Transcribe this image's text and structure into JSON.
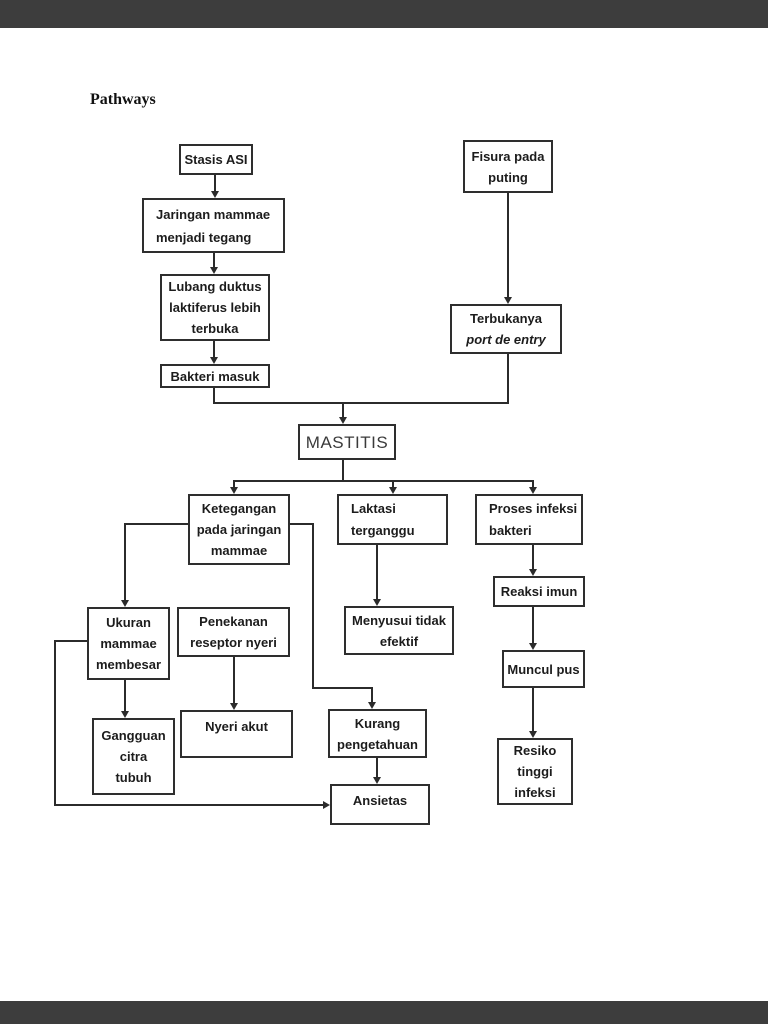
{
  "page": {
    "title": "Pathways"
  },
  "colors": {
    "page_bg": "#ffffff",
    "letterbox": "#3d3d3d",
    "line": "#2b2b2b",
    "box_border": "#2e2e2e",
    "text": "#1c1c1c"
  },
  "nodes": {
    "stasis_asi": {
      "lines": [
        "Stasis ASI"
      ]
    },
    "jaringan_mammae": {
      "lines": [
        "Jaringan mammae",
        "menjadi tegang"
      ]
    },
    "lubang_duktus": {
      "lines": [
        "Lubang duktus",
        "laktiferus lebih",
        "terbuka"
      ]
    },
    "bakteri_masuk": {
      "lines": [
        "Bakteri masuk"
      ]
    },
    "fisura_puting": {
      "lines": [
        "Fisura pada",
        "puting"
      ]
    },
    "terbukanya": {
      "lines": [
        "Terbukanya",
        "port de entry"
      ]
    },
    "mastitis": {
      "lines": [
        "MASTITIS"
      ]
    },
    "ketegangan": {
      "lines": [
        "Ketegangan",
        "pada jaringan",
        "mammae"
      ]
    },
    "laktasi": {
      "lines": [
        "Laktasi",
        "terganggu"
      ]
    },
    "proses_infeksi": {
      "lines": [
        "Proses infeksi",
        "bakteri"
      ]
    },
    "ukuran_mammae": {
      "lines": [
        "Ukuran",
        "mammae",
        "membesar"
      ]
    },
    "penekanan": {
      "lines": [
        "Penekanan",
        "reseptor nyeri"
      ]
    },
    "menyusui": {
      "lines": [
        "Menyusui tidak",
        "efektif"
      ]
    },
    "reaksi_imun": {
      "lines": [
        "Reaksi imun"
      ]
    },
    "muncul_pus": {
      "lines": [
        "Muncul pus"
      ]
    },
    "resiko_tinggi": {
      "lines": [
        "Resiko",
        "tinggi",
        "infeksi"
      ]
    },
    "gangguan_citra": {
      "lines": [
        "Gangguan",
        "citra",
        "tubuh"
      ]
    },
    "nyeri_akut": {
      "lines": [
        "Nyeri akut"
      ]
    },
    "kurang_pengetahuan": {
      "lines": [
        "Kurang",
        "pengetahuan"
      ]
    },
    "ansietas": {
      "lines": [
        "Ansietas"
      ]
    }
  }
}
